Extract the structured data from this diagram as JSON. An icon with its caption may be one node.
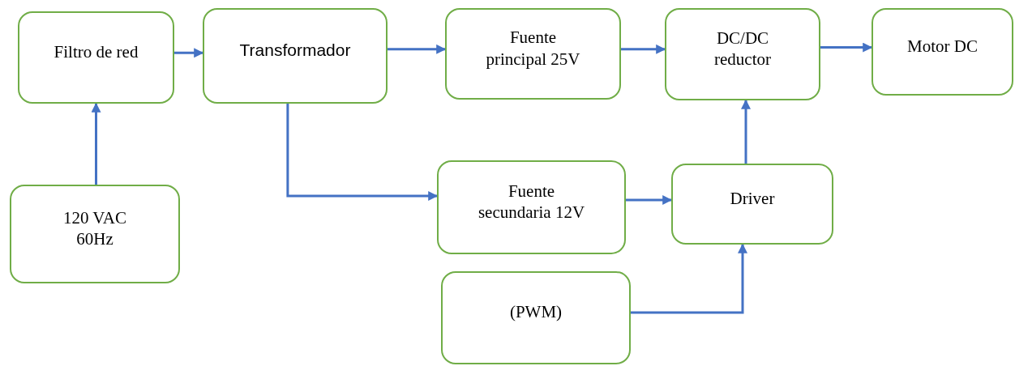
{
  "diagram": {
    "nodes": [
      {
        "text": [
          "Filtro de red"
        ]
      },
      {
        "text": [
          "Transformador"
        ]
      },
      {
        "text": [
          "Fuente principal 25V"
        ]
      },
      {
        "text": [
          "DC/DC reductor"
        ]
      },
      {
        "text": [
          "Motor DC"
        ]
      },
      {
        "text": [
          "120 VAC 60Hz"
        ]
      },
      {
        "text": [
          "Fuente secundaria 12V"
        ]
      },
      {
        "text": [
          "Driver"
        ]
      },
      {
        "text": [
          "(PWM)"
        ]
      }
    ],
    "edges": [
      {
        "from": 0,
        "to": 1,
        "arrow": "to"
      },
      {
        "from": 1,
        "to": 2,
        "arrow": "to"
      },
      {
        "from": 2,
        "to": 3,
        "arrow": "to"
      },
      {
        "from": 3,
        "to": 4,
        "arrow": "to"
      },
      {
        "from": 5,
        "to": 0,
        "arrow": "to"
      },
      {
        "from": 1,
        "to": 6,
        "arrow": "to"
      },
      {
        "from": 6,
        "to": 7,
        "arrow": "to"
      },
      {
        "from": 7,
        "to": 3,
        "arrow": "to"
      },
      {
        "from": 8,
        "to": 7,
        "arrow": "to"
      }
    ]
  }
}
